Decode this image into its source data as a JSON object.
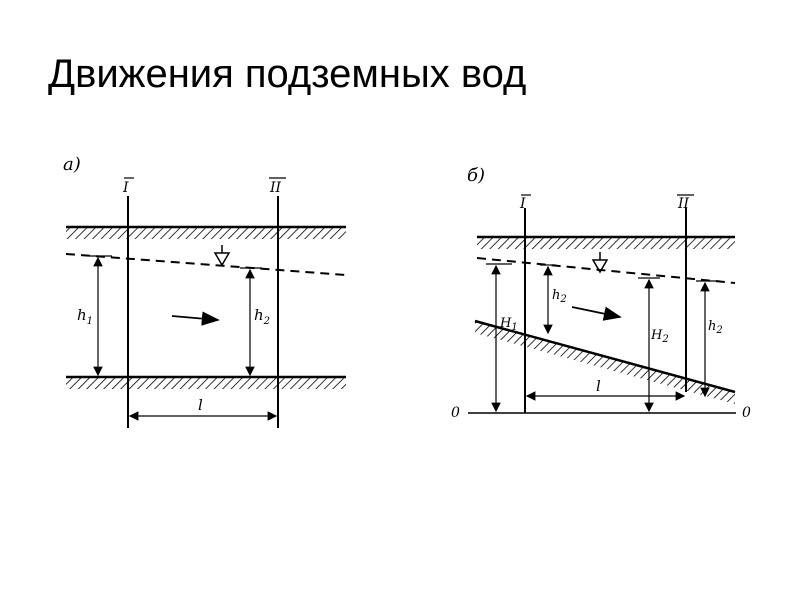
{
  "slide": {
    "title": "Движения подземных вод"
  },
  "diagram_a": {
    "panel_label": "а)",
    "section_1": "I",
    "section_2": "II",
    "depth_1": {
      "base": "h",
      "sub": "1"
    },
    "depth_2": {
      "base": "h",
      "sub": "2"
    },
    "length": "l"
  },
  "diagram_b": {
    "panel_label": "б)",
    "section_1": "I",
    "section_2": "II",
    "depth_2_left": {
      "base": "h",
      "sub": "2"
    },
    "depth_2_right": {
      "base": "h",
      "sub": "2"
    },
    "head_1": {
      "base": "H",
      "sub": "1"
    },
    "head_2": {
      "base": "H",
      "sub": "2"
    },
    "length": "l",
    "datum_left": "0",
    "datum_right": "0"
  }
}
